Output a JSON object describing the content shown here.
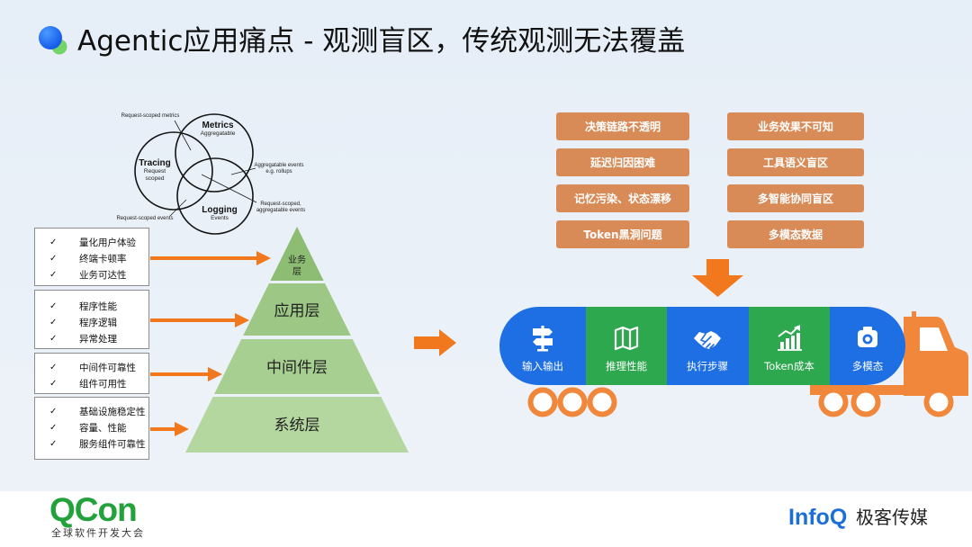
{
  "title": {
    "text": "Agentic应用痛点 - 观测盲区，传统观测无法覆盖",
    "icon": "bubble-dots-icon"
  },
  "venn": {
    "metrics": {
      "title": "Metrics",
      "subtitle": "Aggregatable"
    },
    "tracing": {
      "title": "Tracing",
      "subtitle_lines": [
        "Request",
        "scoped"
      ]
    },
    "logging": {
      "title": "Logging",
      "subtitle": "Events"
    },
    "callouts": {
      "metrics_tracing": "Request-scoped metrics",
      "metrics_logging": [
        "Aggregatable events",
        "e.g. rollups"
      ],
      "all_three": [
        "Request-scoped,",
        "aggregatable events"
      ],
      "tracing_logging": "Request-scoped events"
    }
  },
  "checklists": {
    "check_glyph": "✓",
    "groups": [
      {
        "items": [
          "量化用户体验",
          "终端卡顿率",
          "业务可达性"
        ]
      },
      {
        "items": [
          "程序性能",
          "程序逻辑",
          "异常处理"
        ]
      },
      {
        "items": [
          "中间件可靠性",
          "组件可用性"
        ]
      },
      {
        "items": [
          "基础设施稳定性",
          "容量、性能",
          "服务组件可靠性"
        ]
      }
    ]
  },
  "pyramid": {
    "layers": [
      {
        "lines": [
          "业务",
          "层"
        ]
      },
      {
        "lines": [
          "应用层"
        ]
      },
      {
        "lines": [
          "中间件层"
        ]
      },
      {
        "lines": [
          "系统层"
        ]
      }
    ]
  },
  "pain_points": {
    "left": [
      "决策链路不透明",
      "延迟归因困难",
      "记忆污染、状态漂移",
      "Token黑洞问题"
    ],
    "right": [
      "业务效果不可知",
      "工具语义盲区",
      "多智能协同盲区",
      "多模态数据"
    ]
  },
  "truck": {
    "segments": [
      {
        "label": "输入输出",
        "icon": "signpost-icon",
        "color": "#1e6fe4"
      },
      {
        "label": "推理性能",
        "icon": "map-icon",
        "color": "#2ea84e"
      },
      {
        "label": "执行步骤",
        "icon": "handshake-icon",
        "color": "#1e6fe4"
      },
      {
        "label": "Token成本",
        "icon": "chart-icon",
        "color": "#2ea84e"
      },
      {
        "label": "多模态",
        "icon": "camera-icon",
        "color": "#1e6fe4"
      }
    ]
  },
  "footer": {
    "qcon_logo": "QCon",
    "qcon_tagline": "全球软件开发大会",
    "infoq_logo": "InfoQ",
    "geekbang_text": "极客传媒"
  },
  "colors": {
    "arrow_orange": "#f2781e",
    "pain_point_box": "#d98b57",
    "truck_orange": "#f0873a",
    "qcon_green": "#23a23b",
    "infoq_blue": "#1c6fd8"
  }
}
